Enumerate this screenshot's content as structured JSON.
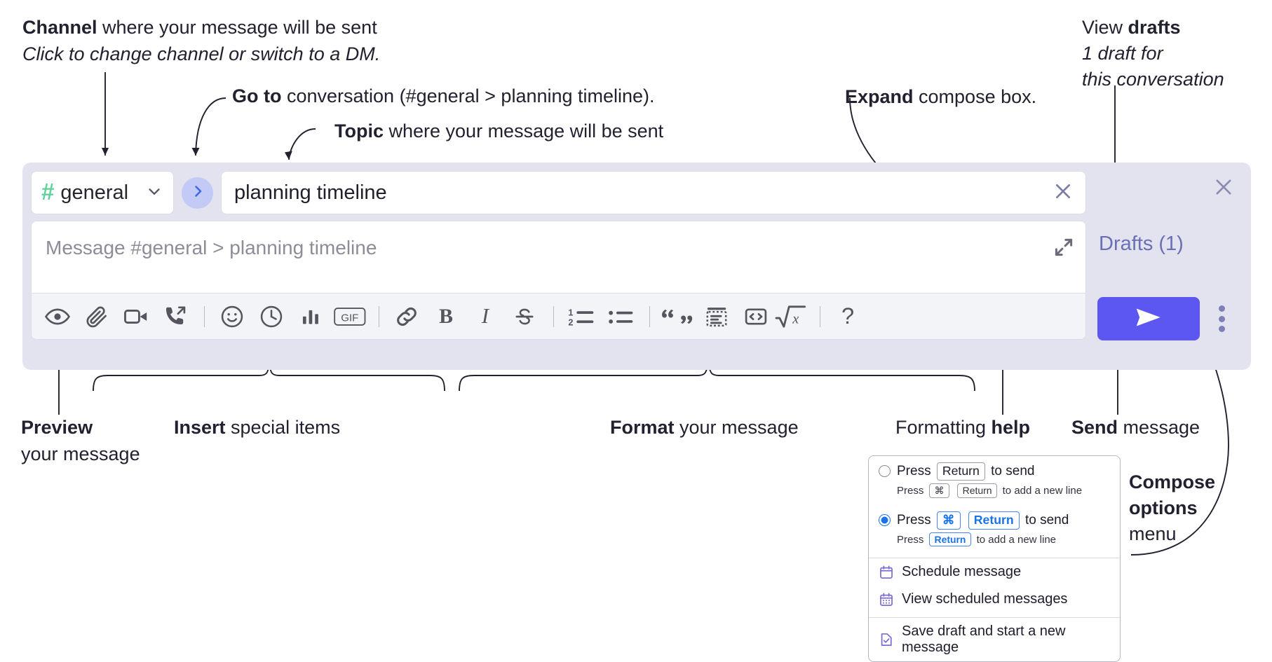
{
  "annotations": {
    "channel": {
      "bold": "Channel",
      "rest": " where your message will be sent",
      "italic": "Click to change channel or switch to a DM."
    },
    "goto": {
      "bold": "Go to",
      "rest": " conversation (#general > planning timeline)."
    },
    "topic": {
      "bold": "Topic",
      "rest": " where your message will be sent"
    },
    "expand": {
      "bold": "Expand",
      "rest": " compose box."
    },
    "drafts": {
      "lead": "View ",
      "bold": "drafts",
      "italic1": "1 draft for",
      "italic2": "this conversation"
    },
    "preview": {
      "bold": "Preview",
      "rest": "your message"
    },
    "insert": {
      "bold": "Insert",
      "rest": " special items"
    },
    "format": {
      "bold": "Format",
      "rest": " your message"
    },
    "help": {
      "lead": "Formatting ",
      "bold": "help"
    },
    "send": {
      "bold": "Send",
      "rest": " message"
    },
    "compose_options": {
      "bold1": "Compose",
      "bold2": "options",
      "rest": "menu"
    }
  },
  "compose": {
    "channel_chip": {
      "hash": "#",
      "name": "general",
      "chevron": "chevron-down-icon"
    },
    "goto_button_icon": "chevron-right-icon",
    "topic": {
      "value": "planning timeline",
      "clear_icon": "close-icon"
    },
    "message": {
      "placeholder": "Message #general > planning timeline",
      "value": ""
    },
    "expand_icon": "expand-diagonal-icon",
    "toolbar": [
      {
        "name": "preview-button",
        "icon": "eye-icon",
        "label": "Preview"
      },
      {
        "name": "attach-button",
        "icon": "paperclip-icon",
        "label": "Attach file"
      },
      {
        "name": "video-button",
        "icon": "video-camera-icon",
        "label": "Record video clip"
      },
      {
        "name": "audio-button",
        "icon": "phone-arrow-icon",
        "label": "Record audio clip"
      },
      {
        "name": "separator-1",
        "icon": "separator",
        "label": ""
      },
      {
        "name": "emoji-button",
        "icon": "smiley-icon",
        "label": "Emoji"
      },
      {
        "name": "reminder-button",
        "icon": "clock-icon",
        "label": "Reminder"
      },
      {
        "name": "poll-button",
        "icon": "bar-chart-icon",
        "label": "Poll"
      },
      {
        "name": "gif-button",
        "icon": "gif-icon",
        "label": "GIF"
      },
      {
        "name": "separator-2",
        "icon": "separator",
        "label": ""
      },
      {
        "name": "link-button",
        "icon": "link-icon",
        "label": "Link"
      },
      {
        "name": "bold-button",
        "icon": "bold-icon",
        "label": "B"
      },
      {
        "name": "italic-button",
        "icon": "italic-icon",
        "label": "I"
      },
      {
        "name": "strikethrough-button",
        "icon": "strikethrough-icon",
        "label": "S"
      },
      {
        "name": "separator-3",
        "icon": "separator",
        "label": ""
      },
      {
        "name": "ordered-list-button",
        "icon": "ordered-list-icon",
        "label": "Numbered list"
      },
      {
        "name": "bullet-list-button",
        "icon": "bullet-list-icon",
        "label": "Bulleted list"
      },
      {
        "name": "separator-4",
        "icon": "separator",
        "label": ""
      },
      {
        "name": "blockquote-button",
        "icon": "quote-icon",
        "label": "Quote"
      },
      {
        "name": "code-block-button",
        "icon": "code-block-icon",
        "label": "Code block"
      },
      {
        "name": "code-button",
        "icon": "code-icon",
        "label": "Code"
      },
      {
        "name": "math-button",
        "icon": "square-root-icon",
        "label": "Math"
      },
      {
        "name": "separator-5",
        "icon": "separator",
        "label": ""
      },
      {
        "name": "help-button",
        "icon": "question-mark-icon",
        "label": "?"
      }
    ],
    "gif_label": "GIF",
    "bold_label": "B",
    "italic_label": "I",
    "help_label": "?",
    "rail": {
      "close_icon": "close-icon",
      "drafts_label": "Drafts (1)",
      "send_icon": "paper-plane-icon",
      "kebab_icon": "more-vertical-icon"
    }
  },
  "menu": {
    "option_1": {
      "selected": false,
      "pre": "Press",
      "key": "Return",
      "post": "to send",
      "sub_pre": "Press",
      "sub_key_1": "⌘",
      "sub_key_2": "Return",
      "sub_post": "to add a new line"
    },
    "option_2": {
      "selected": true,
      "pre": "Press",
      "key_1": "⌘",
      "key_2": "Return",
      "post": "to send",
      "sub_pre": "Press",
      "sub_key": "Return",
      "sub_post": "to add a new line"
    },
    "items": [
      {
        "name": "schedule-message",
        "icon": "calendar-icon",
        "label": "Schedule message"
      },
      {
        "name": "view-scheduled-messages",
        "icon": "calendar-grid-icon",
        "label": "View scheduled messages"
      },
      {
        "name": "save-draft",
        "icon": "document-check-icon",
        "label": "Save draft and start a new message"
      }
    ]
  },
  "colors": {
    "accent": "#5b57f0",
    "drafts_text": "#6c6fb5",
    "channel_hash": "#5fd39b",
    "compose_bg": "#e2e3ef",
    "toolbar_bg": "#f3f4f8",
    "radio_selected": "#1a73e8",
    "menu_icon": "#7b6fd6"
  }
}
